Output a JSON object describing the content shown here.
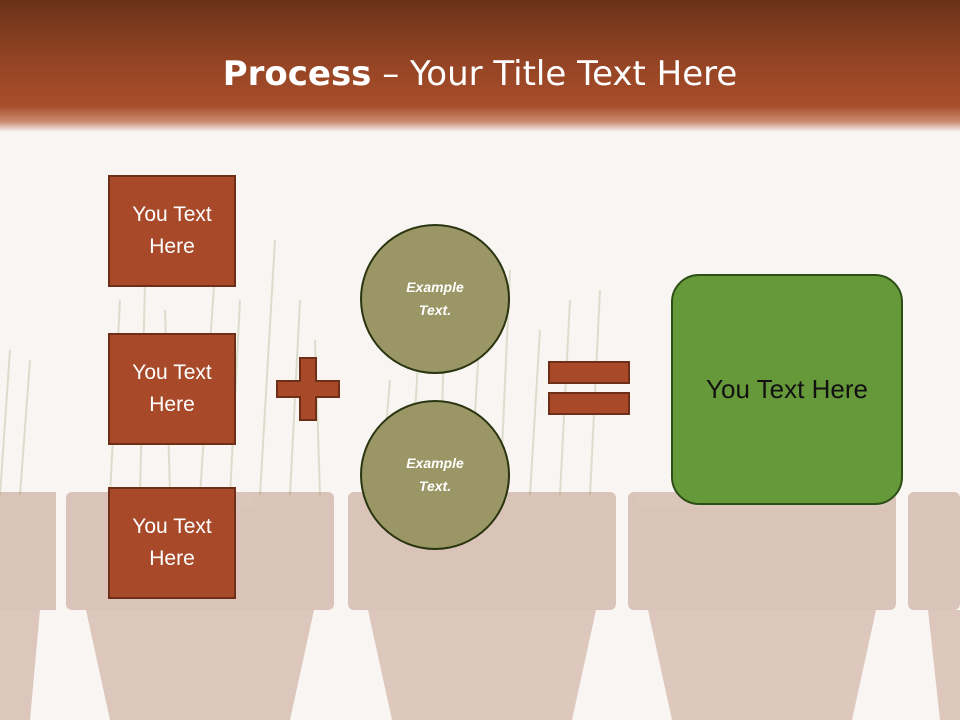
{
  "title": {
    "bold": "Process",
    "rest": " – Your Title Text Here"
  },
  "boxes": [
    {
      "label": "You Text Here"
    },
    {
      "label": "You Text Here"
    },
    {
      "label": "You Text Here"
    }
  ],
  "circles": [
    {
      "label": "Example Text."
    },
    {
      "label": "Example Text."
    }
  ],
  "result": {
    "label": "You Text Here"
  },
  "colors": {
    "header": "#8f4223",
    "box": "#a84a2a",
    "circle": "#9a9666",
    "result": "#66993a",
    "operator": "#a84a2a"
  },
  "icons": [
    "plus-icon",
    "equals-icon"
  ]
}
